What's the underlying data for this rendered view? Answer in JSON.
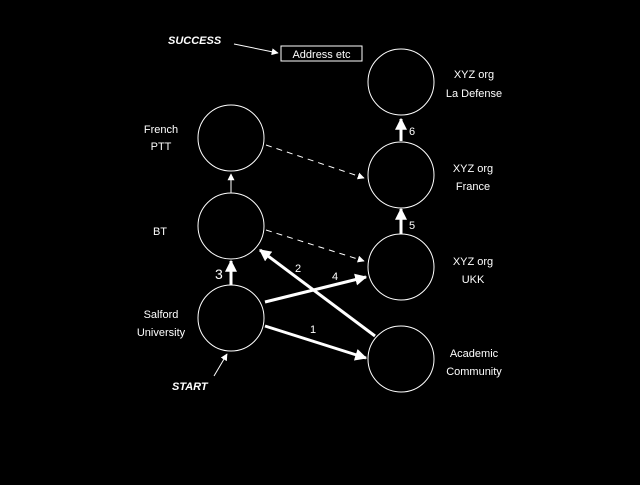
{
  "labels": {
    "success": "SUCCESS",
    "start": "START",
    "address": "Address etc"
  },
  "nodes": [
    {
      "id": "salford",
      "lines": [
        "Salford",
        "University"
      ]
    },
    {
      "id": "bt",
      "lines": [
        "BT"
      ]
    },
    {
      "id": "french-ptt",
      "lines": [
        "French",
        "PTT"
      ]
    },
    {
      "id": "xyz-la-defense",
      "lines": [
        "XYZ org",
        "La Defense"
      ]
    },
    {
      "id": "xyz-france",
      "lines": [
        "XYZ org",
        "France"
      ]
    },
    {
      "id": "xyz-ukk",
      "lines": [
        "XYZ org",
        "UKK"
      ]
    },
    {
      "id": "academic",
      "lines": [
        "Academic",
        "Community"
      ]
    }
  ],
  "edges": [
    {
      "from": "salford",
      "to": "academic",
      "label": "1",
      "style": "thick"
    },
    {
      "from": "academic",
      "to": "bt",
      "label": "2",
      "style": "thick"
    },
    {
      "from": "salford",
      "to": "bt",
      "label": "3",
      "style": "thick"
    },
    {
      "from": "salford",
      "to": "xyz-ukk",
      "label": "4",
      "style": "thick"
    },
    {
      "from": "xyz-ukk",
      "to": "xyz-france",
      "label": "5",
      "style": "thick"
    },
    {
      "from": "xyz-france",
      "to": "xyz-la-defense",
      "label": "6",
      "style": "thick"
    },
    {
      "from": "bt",
      "to": "french-ptt",
      "label": "",
      "style": "thin"
    },
    {
      "from": "bt",
      "to": "xyz-ukk",
      "label": "",
      "style": "dashed"
    },
    {
      "from": "french-ptt",
      "to": "xyz-france",
      "label": "",
      "style": "dashed"
    }
  ]
}
